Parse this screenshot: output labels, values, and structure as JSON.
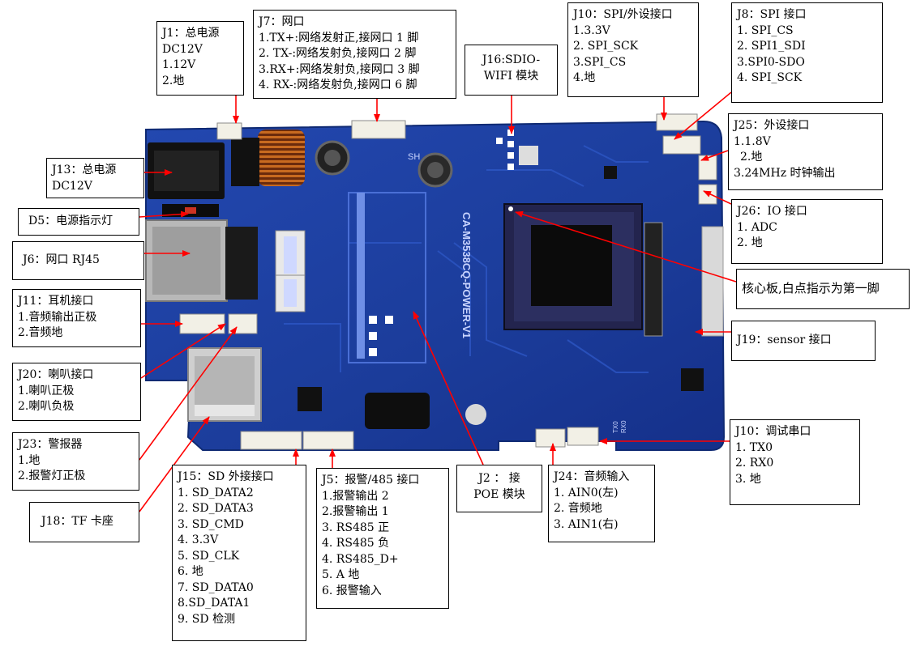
{
  "colors": {
    "board": "#1d3e9c",
    "board_edge": "#0f2a73",
    "arrow": "#ff0000",
    "box_border": "#000000"
  },
  "board": {
    "silkscreen": "CA-M3538CQ-POWER-V1",
    "chip_mark": "SH",
    "pins": [
      "TX0",
      "RX0"
    ]
  },
  "labels": {
    "J1": [
      "J1：总电源",
      "DC12V",
      "1.12V",
      "2.地"
    ],
    "J7": [
      "J7：网口",
      "1.TX+:网络发射正,接网口 1 脚",
      "2. TX-:网络发射负,接网口 2 脚",
      "3.RX+:网络发射负,接网口 3 脚",
      "4. RX-:网络发射负,接网口 6 脚"
    ],
    "J16": [
      "J16:SDIO-",
      "WIFI 模块"
    ],
    "J10_spi": [
      "J10：SPI/外设接口",
      "1.3.3V",
      "2. SPI_SCK",
      "3.SPI_CS",
      "4.地"
    ],
    "J8": [
      "J8：SPI 接口",
      "1. SPI_CS",
      "2. SPI1_SDI",
      "3.SPI0-SDO",
      "4. SPI_SCK"
    ],
    "J25": [
      "J25：外设接口",
      "1.1.8V",
      "2.地",
      "3.24MHz 时钟输出"
    ],
    "J26": [
      "J26：IO 接口",
      "1. ADC",
      "2. 地"
    ],
    "core": [
      "核心板,白点指示为第一脚"
    ],
    "J19": [
      "J19：sensor 接口"
    ],
    "J10_debug": [
      "J10：调试串口",
      "1. TX0",
      "2. RX0",
      "3. 地"
    ],
    "J24": [
      "J24：音频输入",
      "1. AIN0(左)",
      "2. 音频地",
      "3. AIN1(右)"
    ],
    "J2": [
      "J2 ： 接",
      "POE 模块"
    ],
    "J5": [
      "J5：报警/485 接口",
      "1.报警输出 2",
      "2.报警输出 1",
      "3. RS485 正",
      "4. RS485 负",
      "4. RS485_D+",
      "5. A 地",
      "6. 报警输入"
    ],
    "J15": [
      "J15：SD 外接接口",
      "1. SD_DATA2",
      "2. SD_DATA3",
      "3. SD_CMD",
      "4. 3.3V",
      "5. SD_CLK",
      "6. 地",
      "7. SD_DATA0",
      "8.SD_DATA1",
      "9. SD 检测"
    ],
    "J18": [
      "J18：TF 卡座"
    ],
    "J23": [
      "J23：警报器",
      "1.地",
      "2.报警灯正极"
    ],
    "J20": [
      "J20：喇叭接口",
      "1.喇叭正极",
      "2.喇叭负极"
    ],
    "J11": [
      "J11：耳机接口",
      "1.音频输出正极",
      "2.音频地"
    ],
    "J6": [
      "J6：网口 RJ45"
    ],
    "D5": [
      "D5：电源指示灯"
    ],
    "J13": [
      "J13：总电源",
      "DC12V"
    ]
  }
}
